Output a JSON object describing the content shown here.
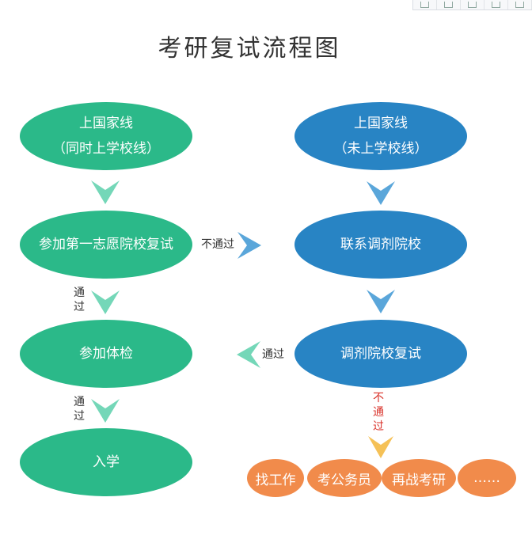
{
  "title": "考研复试流程图",
  "colors": {
    "green": "#2bb989",
    "blue": "#2884c4",
    "orange": "#f18b4b",
    "arrow_green": "#74d7b8",
    "arrow_blue": "#5aa6da",
    "arrow_orange": "#f5c157"
  },
  "toolbar": {
    "icons": [
      "doc-icon",
      "resize-icon",
      "home-icon",
      "window-icon",
      "more-icon"
    ]
  },
  "nodes": {
    "left_start": {
      "line1": "上国家线",
      "line2": "（同时上学校线）"
    },
    "right_start": {
      "line1": "上国家线",
      "line2": "（未上学校线）"
    },
    "first_choice": "参加第一志愿院校复试",
    "contact": "联系调剂院校",
    "checkup": "参加体检",
    "adjust_retest": "调剂院校复试",
    "enroll": "入学"
  },
  "edges": {
    "fail_to_adjust": "不通过",
    "pass1": "通过",
    "pass_from_adjust": "通过",
    "pass2": "通过",
    "fail_down": "不通过"
  },
  "outcomes": [
    "找工作",
    "考公务员",
    "再战考研",
    "……"
  ]
}
